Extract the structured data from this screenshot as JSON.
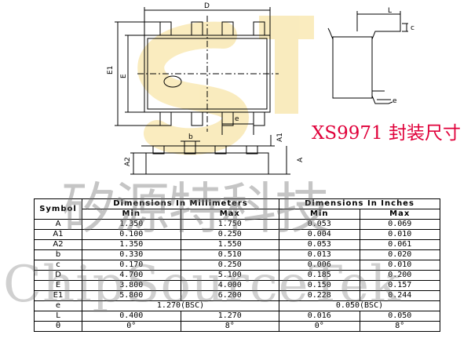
{
  "drawing": {
    "labels": {
      "D": "D",
      "E1": "E1",
      "E": "E",
      "e": "e",
      "b": "b",
      "A1": "A1",
      "A2": "A2",
      "A": "A",
      "c": "c",
      "L": "L",
      "e_side": "e"
    }
  },
  "title_cn": "XS9971 封装尺寸",
  "watermark": {
    "cn": "矽源特科技",
    "en": "ChipSourceTek"
  },
  "table": {
    "header1": {
      "symbol": "Symbol",
      "mm": "Dimensions In Millimeters",
      "inch": "Dimensions In Inches"
    },
    "header2": {
      "mm_min": "Min",
      "mm_max": "Max",
      "in_min": "Min",
      "in_max": "Max"
    },
    "rows": [
      {
        "symbol": "A",
        "mm_min": "1.350",
        "mm_max": "1.750",
        "in_min": "0.053",
        "in_max": "0.069"
      },
      {
        "symbol": "A1",
        "mm_min": "0.100",
        "mm_max": "0.250",
        "in_min": "0.004",
        "in_max": "0.010"
      },
      {
        "symbol": "A2",
        "mm_min": "1.350",
        "mm_max": "1.550",
        "in_min": "0.053",
        "in_max": "0.061"
      },
      {
        "symbol": "b",
        "mm_min": "0.330",
        "mm_max": "0.510",
        "in_min": "0.013",
        "in_max": "0.020"
      },
      {
        "symbol": "c",
        "mm_min": "0.170",
        "mm_max": "0.250",
        "in_min": "0.006",
        "in_max": "0.010"
      },
      {
        "symbol": "D",
        "mm_min": "4.700",
        "mm_max": "5.100",
        "in_min": "0.185",
        "in_max": "0.200"
      },
      {
        "symbol": "E",
        "mm_min": "3.800",
        "mm_max": "4.000",
        "in_min": "0.150",
        "in_max": "0.157"
      },
      {
        "symbol": "E1",
        "mm_min": "5.800",
        "mm_max": "6.200",
        "in_min": "0.228",
        "in_max": "0.244"
      }
    ],
    "row_e": {
      "symbol": "e",
      "mm_bsc": "1.270(BSC)",
      "in_bsc": "0.050(BSC)"
    },
    "rows_tail": [
      {
        "symbol": "L",
        "mm_min": "0.400",
        "mm_max": "1.270",
        "in_min": "0.016",
        "in_max": "0.050"
      },
      {
        "symbol": "θ",
        "mm_min": "0°",
        "mm_max": "8°",
        "in_min": "0°",
        "in_max": "8°"
      }
    ]
  },
  "colors": {
    "title_red": "#e0003a",
    "logo_yellow": "#f5dc8a",
    "watermark_gray": "#6e6e6e"
  }
}
